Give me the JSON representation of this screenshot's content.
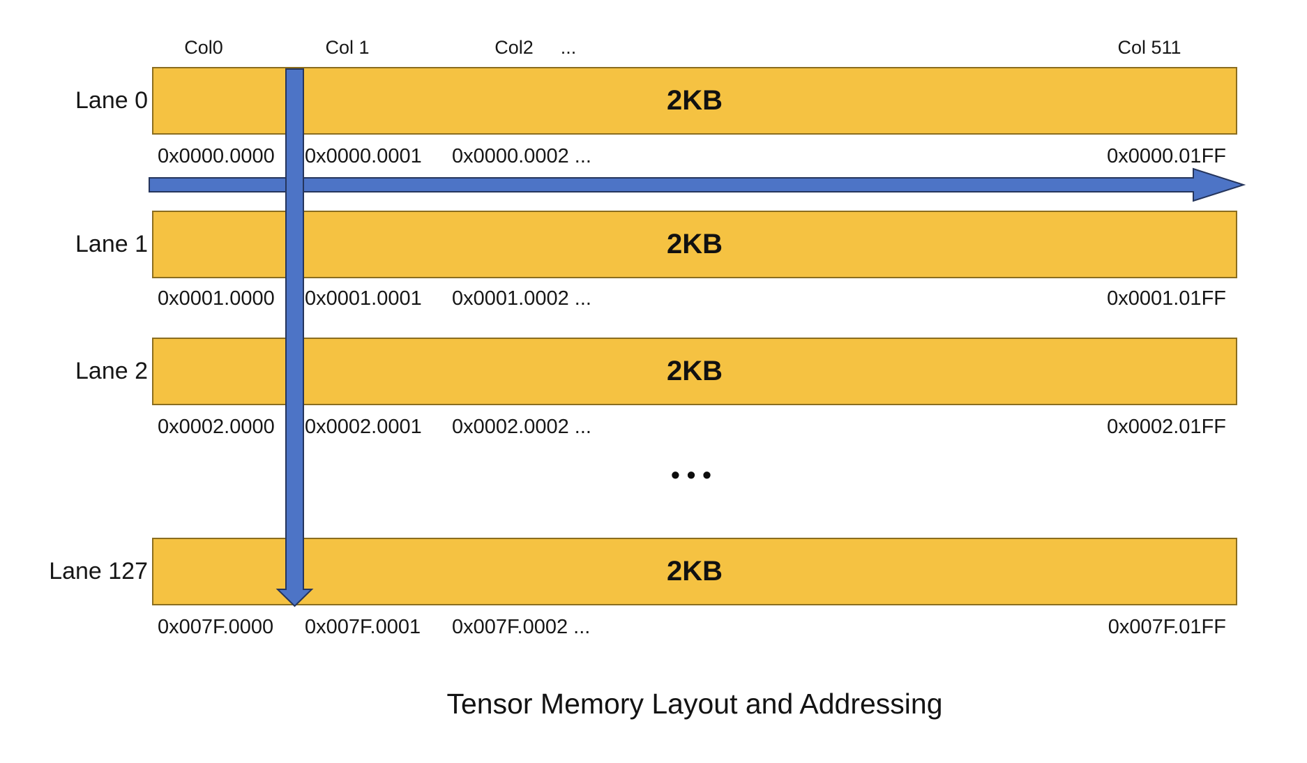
{
  "diagram": {
    "title": "Tensor Memory Layout and Addressing",
    "column_headers": [
      "Col0",
      "Col 1",
      "Col2",
      "...",
      "Col 511"
    ],
    "row_ellipsis": "•••",
    "lanes": [
      {
        "label": "Lane 0",
        "size": "2KB",
        "addresses": [
          "0x0000.0000",
          "0x0000.0001",
          "0x0000.0002 ...",
          "0x0000.01FF"
        ]
      },
      {
        "label": "Lane 1",
        "size": "2KB",
        "addresses": [
          "0x0001.0000",
          "0x0001.0001",
          "0x0001.0002 ...",
          "0x0001.01FF"
        ]
      },
      {
        "label": "Lane 2",
        "size": "2KB",
        "addresses": [
          "0x0002.0000",
          "0x0002.0001",
          "0x0002.0002 ...",
          "0x0002.01FF"
        ]
      },
      {
        "label": "Lane 127",
        "size": "2KB",
        "addresses": [
          "0x007F.0000",
          "0x007F.0001",
          "0x007F.0002 ...",
          "0x007F.01FF"
        ]
      }
    ],
    "colors": {
      "bar_fill": "#F5C242",
      "bar_border": "#8A6D1F",
      "arrow_fill": "#4D74C6",
      "arrow_border": "#25355C"
    }
  }
}
